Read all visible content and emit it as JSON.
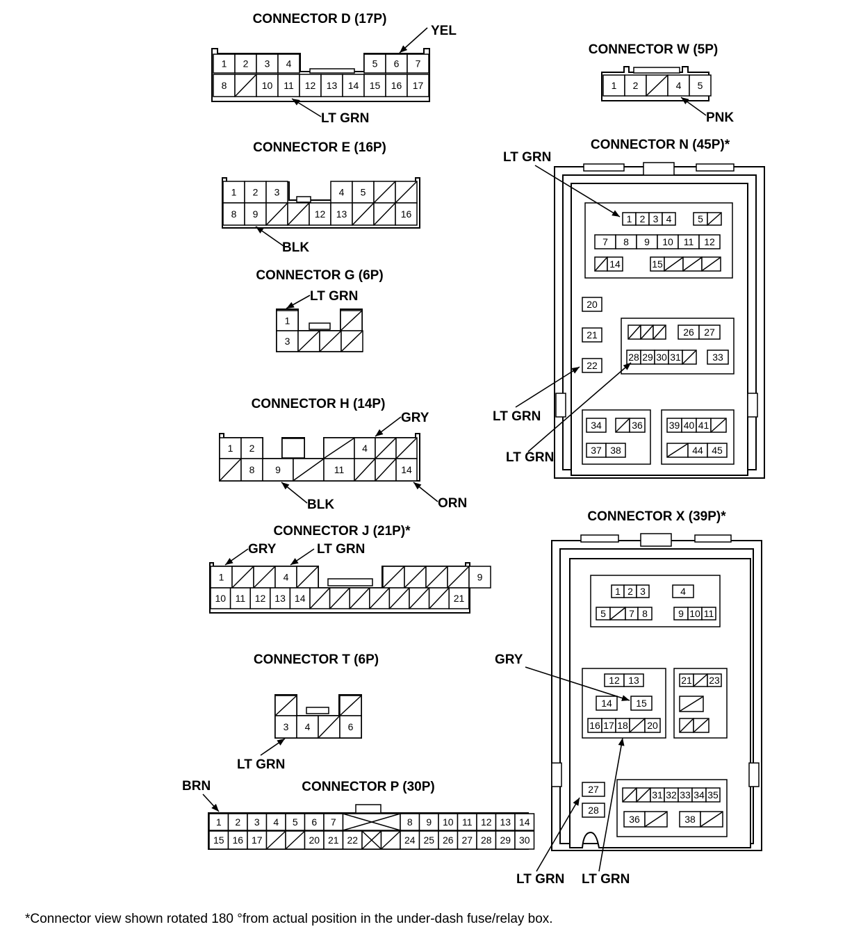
{
  "footnote": "*Connector view shown rotated 180 °from actual position in the under-dash fuse/relay box.",
  "connectors": {
    "D": {
      "title": "CONNECTOR D (17P)",
      "row1": [
        "1",
        "2",
        "3",
        "4",
        "",
        "",
        "",
        "5",
        "6",
        "7"
      ],
      "row2": [
        "8",
        "",
        "10",
        "11",
        "12",
        "13",
        "14",
        "15",
        "16",
        "17"
      ],
      "wires": [
        "YEL",
        "LT GRN"
      ]
    },
    "W": {
      "title": "CONNECTOR W (5P)",
      "cells": [
        "1",
        "2",
        "",
        "4",
        "5"
      ],
      "wires": [
        "PNK"
      ]
    },
    "E": {
      "title": "CONNECTOR E (16P)",
      "row1": [
        "1",
        "2",
        "3",
        "",
        "",
        "4",
        "5",
        "",
        ""
      ],
      "row2": [
        "8",
        "9",
        "",
        "",
        "12",
        "13",
        "",
        "",
        "16"
      ],
      "wires": [
        "BLK"
      ]
    },
    "G": {
      "title": "CONNECTOR G (6P)",
      "cells": [
        "1",
        "3"
      ],
      "wires": [
        "LT GRN"
      ]
    },
    "H": {
      "title": "CONNECTOR H (14P)",
      "row1": [
        "1",
        "2",
        "",
        "",
        "",
        "",
        "4",
        "",
        ""
      ],
      "row2": [
        "",
        "8",
        "9",
        "",
        "",
        "11",
        "",
        "",
        "14"
      ],
      "wires": [
        "GRY",
        "BLK",
        "ORN"
      ]
    },
    "J": {
      "title": "CONNECTOR J (21P)*",
      "row1": [
        "1",
        "",
        "",
        "4",
        "",
        "",
        "",
        "",
        "",
        "",
        "",
        "",
        "9"
      ],
      "row2": [
        "10",
        "11",
        "12",
        "13",
        "14",
        "",
        "",
        "",
        "",
        "",
        "",
        "",
        "21"
      ],
      "wires": [
        "GRY",
        "LT GRN"
      ]
    },
    "T": {
      "title": "CONNECTOR T (6P)",
      "cells": [
        "3",
        "4",
        "6"
      ],
      "wires": [
        "LT GRN"
      ]
    },
    "P": {
      "title": "CONNECTOR P (30P)",
      "row1": [
        "1",
        "2",
        "3",
        "4",
        "5",
        "6",
        "7",
        "8",
        "9",
        "10",
        "11",
        "12",
        "13",
        "14"
      ],
      "row2": [
        "15",
        "16",
        "17",
        "",
        "",
        "20",
        "21",
        "22",
        "",
        "24",
        "25",
        "26",
        "27",
        "28",
        "29",
        "30"
      ],
      "wires": [
        "BRN"
      ]
    },
    "N": {
      "title": "CONNECTOR N (45P)*",
      "cells": [
        "1",
        "2",
        "3",
        "4",
        "5",
        "7",
        "8",
        "9",
        "10",
        "11",
        "12",
        "14",
        "15",
        "20",
        "21",
        "22",
        "26",
        "27",
        "28",
        "29",
        "30",
        "31",
        "33",
        "34",
        "36",
        "37",
        "38",
        "39",
        "40",
        "41",
        "44",
        "45"
      ],
      "wires": [
        "LT GRN",
        "LT GRN",
        "LT GRN"
      ]
    },
    "X": {
      "title": "CONNECTOR X (39P)*",
      "cells": [
        "1",
        "2",
        "3",
        "4",
        "5",
        "7",
        "8",
        "9",
        "10",
        "11",
        "12",
        "13",
        "14",
        "15",
        "16",
        "17",
        "18",
        "20",
        "21",
        "23",
        "27",
        "28",
        "31",
        "32",
        "33",
        "34",
        "35",
        "36",
        "38"
      ],
      "wires": [
        "GRY",
        "LT GRN",
        "LT GRN"
      ]
    }
  }
}
